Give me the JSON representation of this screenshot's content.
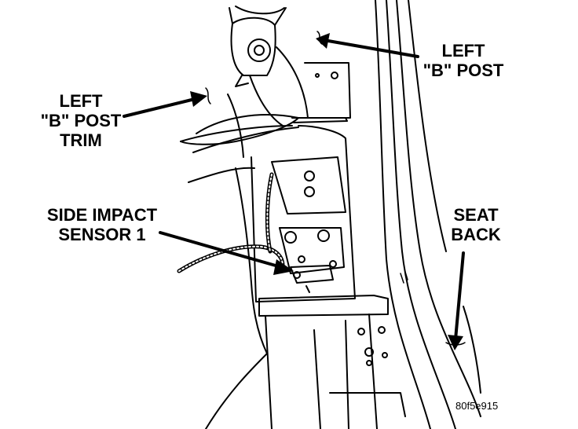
{
  "labels": {
    "b_post_trim": [
      "LEFT",
      "\"B\" POST",
      "TRIM"
    ],
    "b_post": [
      "LEFT",
      "\"B\" POST"
    ],
    "side_impact_sensor": [
      "SIDE IMPACT",
      "SENSOR 1"
    ],
    "seat_back": [
      "SEAT",
      "BACK"
    ]
  },
  "figure_id": "80f5e915",
  "colors": {
    "ink": "#000000",
    "paper": "#ffffff"
  }
}
